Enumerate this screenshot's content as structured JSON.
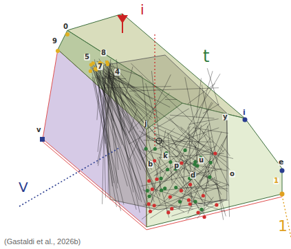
{
  "diagram": {
    "caption": "(Gastaldi et al., 2026b)",
    "labels": [
      "i",
      "t",
      "V",
      "1",
      "0",
      "9",
      "8",
      "5",
      "7",
      "4",
      "i",
      "y",
      "j",
      "v",
      "e",
      "1",
      "k",
      "b",
      "p",
      "u",
      "d",
      "o"
    ]
  }
}
